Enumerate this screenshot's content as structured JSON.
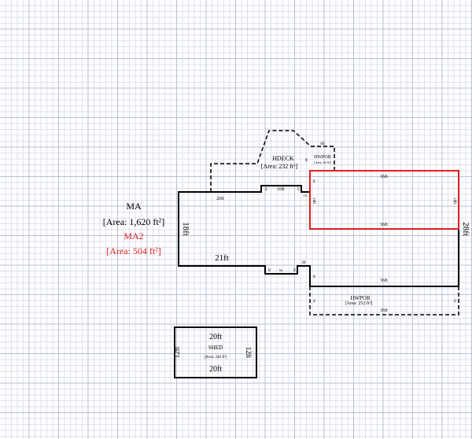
{
  "areas": {
    "ma": {
      "name": "MA",
      "area": "[Area: 1,620 ft²]"
    },
    "ma2": {
      "name": "MA2",
      "area": "[Area: 504 ft²]",
      "color": "#e02020"
    },
    "hdeck": {
      "name": "HDECK",
      "area": "[Area: 232 ft²]"
    },
    "hwpor_top": {
      "name": "HWPOR",
      "area": "[Area: 36 ft²]"
    },
    "hwpor_bottom": {
      "name": "HWPOR",
      "area": "[Area: 252 ft²]"
    },
    "shed": {
      "name": "SHED",
      "area": "[Area: 240 ft²]"
    }
  },
  "dimensions": {
    "ma_top_left": "20ft",
    "ma_top_mid": "10ft",
    "ma_step_a": "1ft",
    "ma_step_b": "1ft",
    "ma_step_c": "1ft",
    "ma_left": "18ft",
    "ma_bottom": "21ft",
    "ma_notch": "5ft",
    "ma_notch_l": "2ft",
    "ma_notch_r": "2ft",
    "ma_bottom_step": "3ft",
    "ma_bottom_drop": "3ft",
    "ma_right": "28ft",
    "ma_lower": "36ft",
    "ma2_top": "36ft",
    "ma2_bottom": "36ft",
    "ma2_left": "14ft",
    "ma2_right": "14ft",
    "ma2_step": "5ft",
    "hdeck_side": "4ft",
    "hwpor_top_width": "6ft",
    "hwpor_b_top": "36ft",
    "hwpor_b_bottom": "36ft",
    "hwpor_b_left": "7ft",
    "hwpor_b_right": "7ft",
    "shed_top": "20ft",
    "shed_bottom": "20ft",
    "shed_left": "12ft",
    "shed_right": "12ft"
  }
}
